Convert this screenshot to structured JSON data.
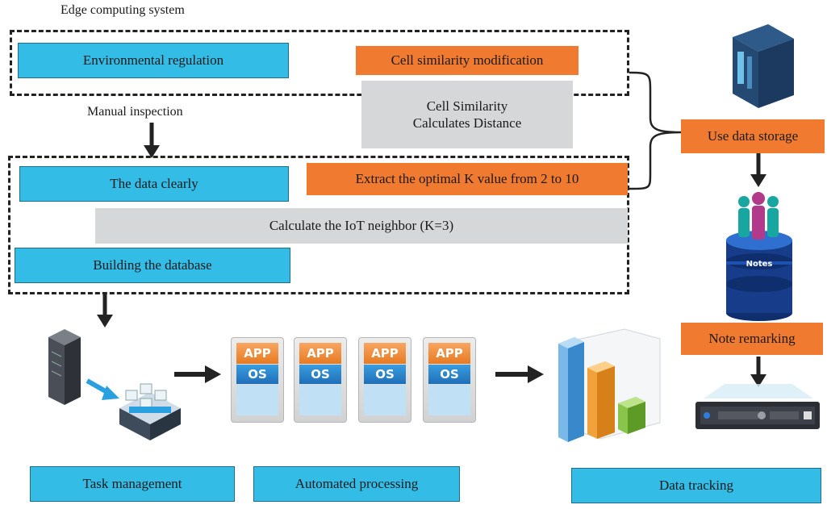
{
  "title": "Edge computing system",
  "labels": {
    "manual_inspection": "Manual inspection"
  },
  "boxes": {
    "environmental_regulation": "Environmental regulation",
    "cell_similarity_modification": "Cell similarity modification",
    "cell_similarity_distance": "Cell Similarity\nCalculates Distance",
    "use_data_storage": "Use data storage",
    "the_data_clearly": "The data clearly",
    "extract_optimal_k": "Extract the optimal K value from 2 to 10",
    "calculate_iot_neighbor": "Calculate the IoT neighbor (K=3)",
    "building_database": "Building the database",
    "note_remarking": "Note remarking",
    "task_management": "Task management",
    "automated_processing": "Automated processing",
    "data_tracking": "Data tracking"
  },
  "icons": {
    "notes_db_label": "Notes",
    "vm_app": "APP",
    "vm_os": "OS"
  },
  "colors": {
    "cyan": "#33bde6",
    "orange": "#f07a30",
    "gray": "#d6d7d9"
  }
}
